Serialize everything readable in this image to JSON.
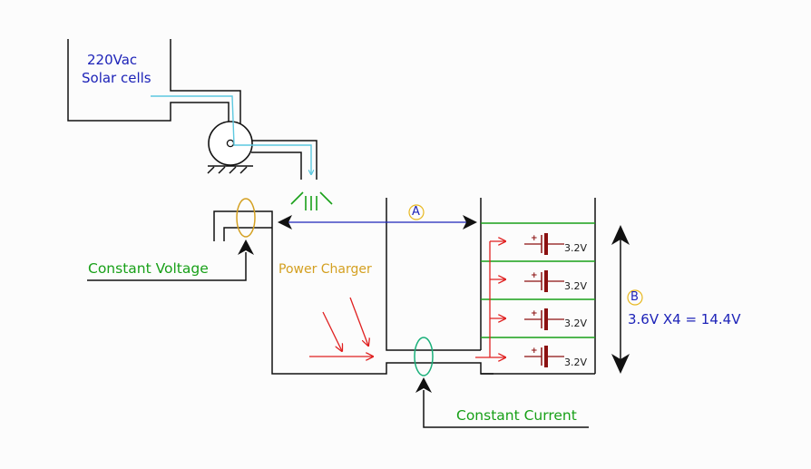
{
  "source": {
    "line1": "220Vac",
    "line2": "Solar cells"
  },
  "labels": {
    "constant_voltage": "Constant Voltage",
    "power_charger": "Power Charger",
    "constant_current": "Constant Current",
    "point_a": "A",
    "point_b": "B",
    "total_voltage": "3.6V X4 = 14.4V"
  },
  "cells": [
    {
      "voltage": "3.2V"
    },
    {
      "voltage": "3.2V"
    },
    {
      "voltage": "3.2V"
    },
    {
      "voltage": "3.2V"
    }
  ],
  "colors": {
    "wire": "#111111",
    "water": "#5cc8e0",
    "arrow_red": "#e02020",
    "voltage_ellipse": "#d4a021",
    "current_ellipse": "#1ab07a",
    "compartment_lines": "#18a018",
    "battery": "#8b1010",
    "level_line": "#1d23b8"
  }
}
